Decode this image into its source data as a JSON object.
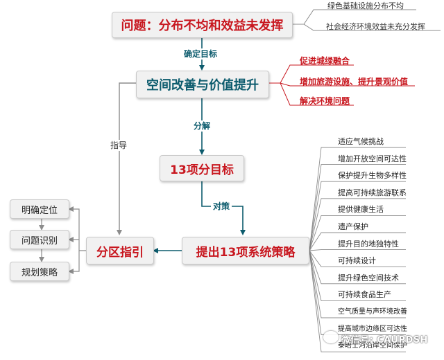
{
  "nodes": {
    "problem": "问题：分布不均和效益未发挥",
    "space": "空间改善与价值提升",
    "goals": "13项分目标",
    "strategies": "提出13项系统策略",
    "zoning": "分区指引"
  },
  "problem_branches": [
    "绿色基础设施分布不均",
    "社会经济环境效益未充分发挥"
  ],
  "value_branches": [
    "促进城绿融合",
    "增加旅游设施、提升景观价值",
    "解决环境问题"
  ],
  "edge_labels": {
    "define_goal": "确定目标",
    "decompose": "分解",
    "respond": "对策",
    "guide": "指导"
  },
  "zoning_steps": [
    "明确定位",
    "问题识别",
    "规划策略"
  ],
  "strategy_list": [
    "适应气候挑战",
    "增加开放空间可达性",
    "保护提升生物多样性",
    "提高可持续旅游联系",
    "提供健康生活",
    "遗产保护",
    "提升目的地独特性",
    "可持续设计",
    "提升绿色空间技术",
    "可持续食品生产",
    "空气质量与声环境改善",
    "提高城市边缘区可达性",
    "泰晤士河沿岸空间保护"
  ],
  "watermark": "微信号: CAUPDSH",
  "colors": {
    "accent_red": "#c8171f",
    "accent_teal": "#0c5b6d",
    "box_fill": "#f1f1f1",
    "line_gray": "#8c8c8c"
  }
}
